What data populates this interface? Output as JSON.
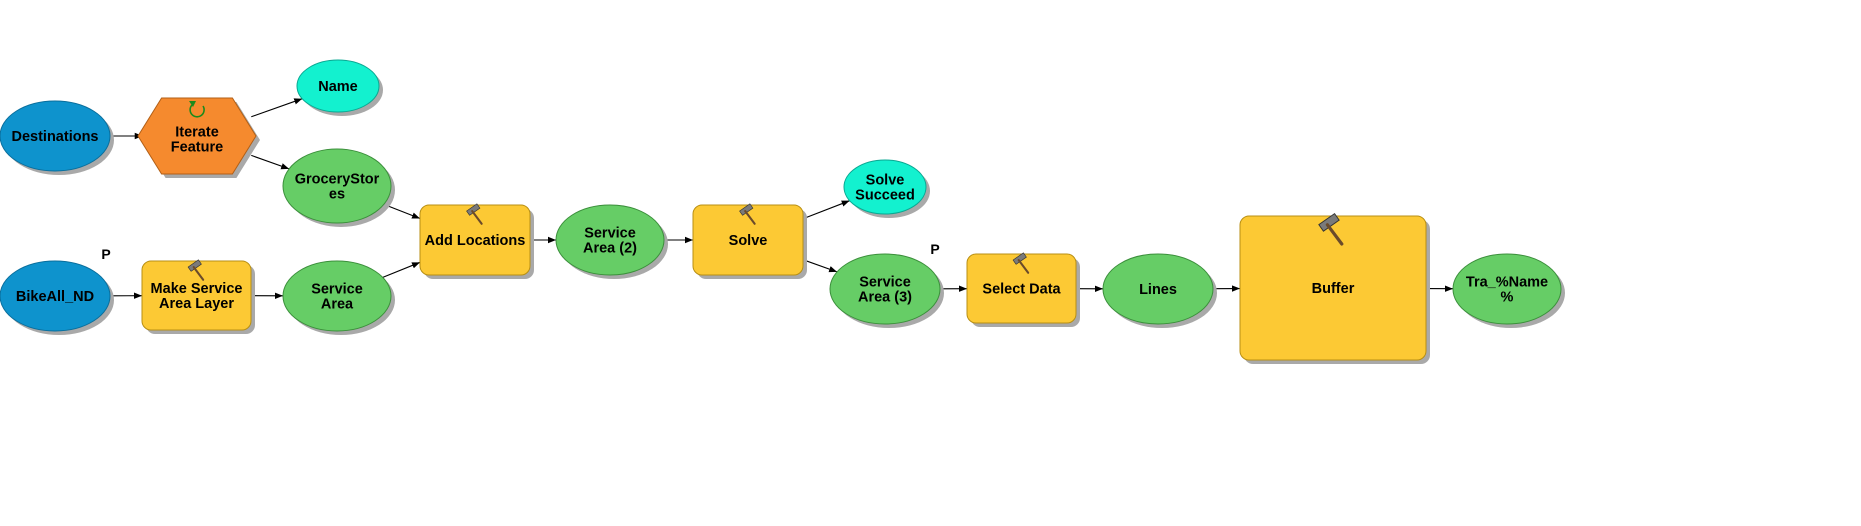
{
  "diagram": {
    "nodes": {
      "destinations": {
        "label": [
          "Destinations"
        ],
        "kind": "input-variable"
      },
      "bikeall_nd": {
        "label": [
          "BikeAll_ND"
        ],
        "kind": "input-variable",
        "parameter_mark": "P"
      },
      "iterate_feature": {
        "label": [
          "Iterate",
          "Feature"
        ],
        "kind": "iterator"
      },
      "name": {
        "label": [
          "Name"
        ],
        "kind": "value"
      },
      "grocery_stores": {
        "label": [
          "GroceryStor",
          "es"
        ],
        "kind": "derived-data"
      },
      "make_service_area_layer": {
        "label": [
          "Make Service",
          "Area Layer"
        ],
        "kind": "tool"
      },
      "service_area": {
        "label": [
          "Service",
          "Area"
        ],
        "kind": "derived-data"
      },
      "add_locations": {
        "label": [
          "Add Locations"
        ],
        "kind": "tool"
      },
      "service_area_2": {
        "label": [
          "Service",
          "Area (2)"
        ],
        "kind": "derived-data"
      },
      "solve": {
        "label": [
          "Solve"
        ],
        "kind": "tool"
      },
      "solve_succeed": {
        "label": [
          "Solve",
          "Succeed"
        ],
        "kind": "value"
      },
      "service_area_3": {
        "label": [
          "Service",
          "Area (3)"
        ],
        "kind": "derived-data",
        "parameter_mark": "P"
      },
      "select_data": {
        "label": [
          "Select Data"
        ],
        "kind": "tool"
      },
      "lines": {
        "label": [
          "Lines"
        ],
        "kind": "derived-data"
      },
      "buffer": {
        "label": [
          "Buffer"
        ],
        "kind": "tool"
      },
      "tra_name": {
        "label": [
          "Tra_%Name",
          "%"
        ],
        "kind": "derived-data"
      }
    },
    "edges": [
      [
        "destinations",
        "iterate_feature"
      ],
      [
        "iterate_feature",
        "name"
      ],
      [
        "iterate_feature",
        "grocery_stores"
      ],
      [
        "bikeall_nd",
        "make_service_area_layer"
      ],
      [
        "make_service_area_layer",
        "service_area"
      ],
      [
        "grocery_stores",
        "add_locations"
      ],
      [
        "service_area",
        "add_locations"
      ],
      [
        "add_locations",
        "service_area_2"
      ],
      [
        "service_area_2",
        "solve"
      ],
      [
        "solve",
        "solve_succeed"
      ],
      [
        "solve",
        "service_area_3"
      ],
      [
        "service_area_3",
        "select_data"
      ],
      [
        "select_data",
        "lines"
      ],
      [
        "lines",
        "buffer"
      ],
      [
        "buffer",
        "tra_name"
      ]
    ],
    "colors": {
      "input_variable": "#0e93cd",
      "value": "#13f1cf",
      "derived_data": "#66cd66",
      "tool": "#fcc934",
      "iterator": "#f58a2e"
    },
    "icons": {
      "tool": "hammer-icon",
      "iterator": "iterate-icon"
    }
  }
}
